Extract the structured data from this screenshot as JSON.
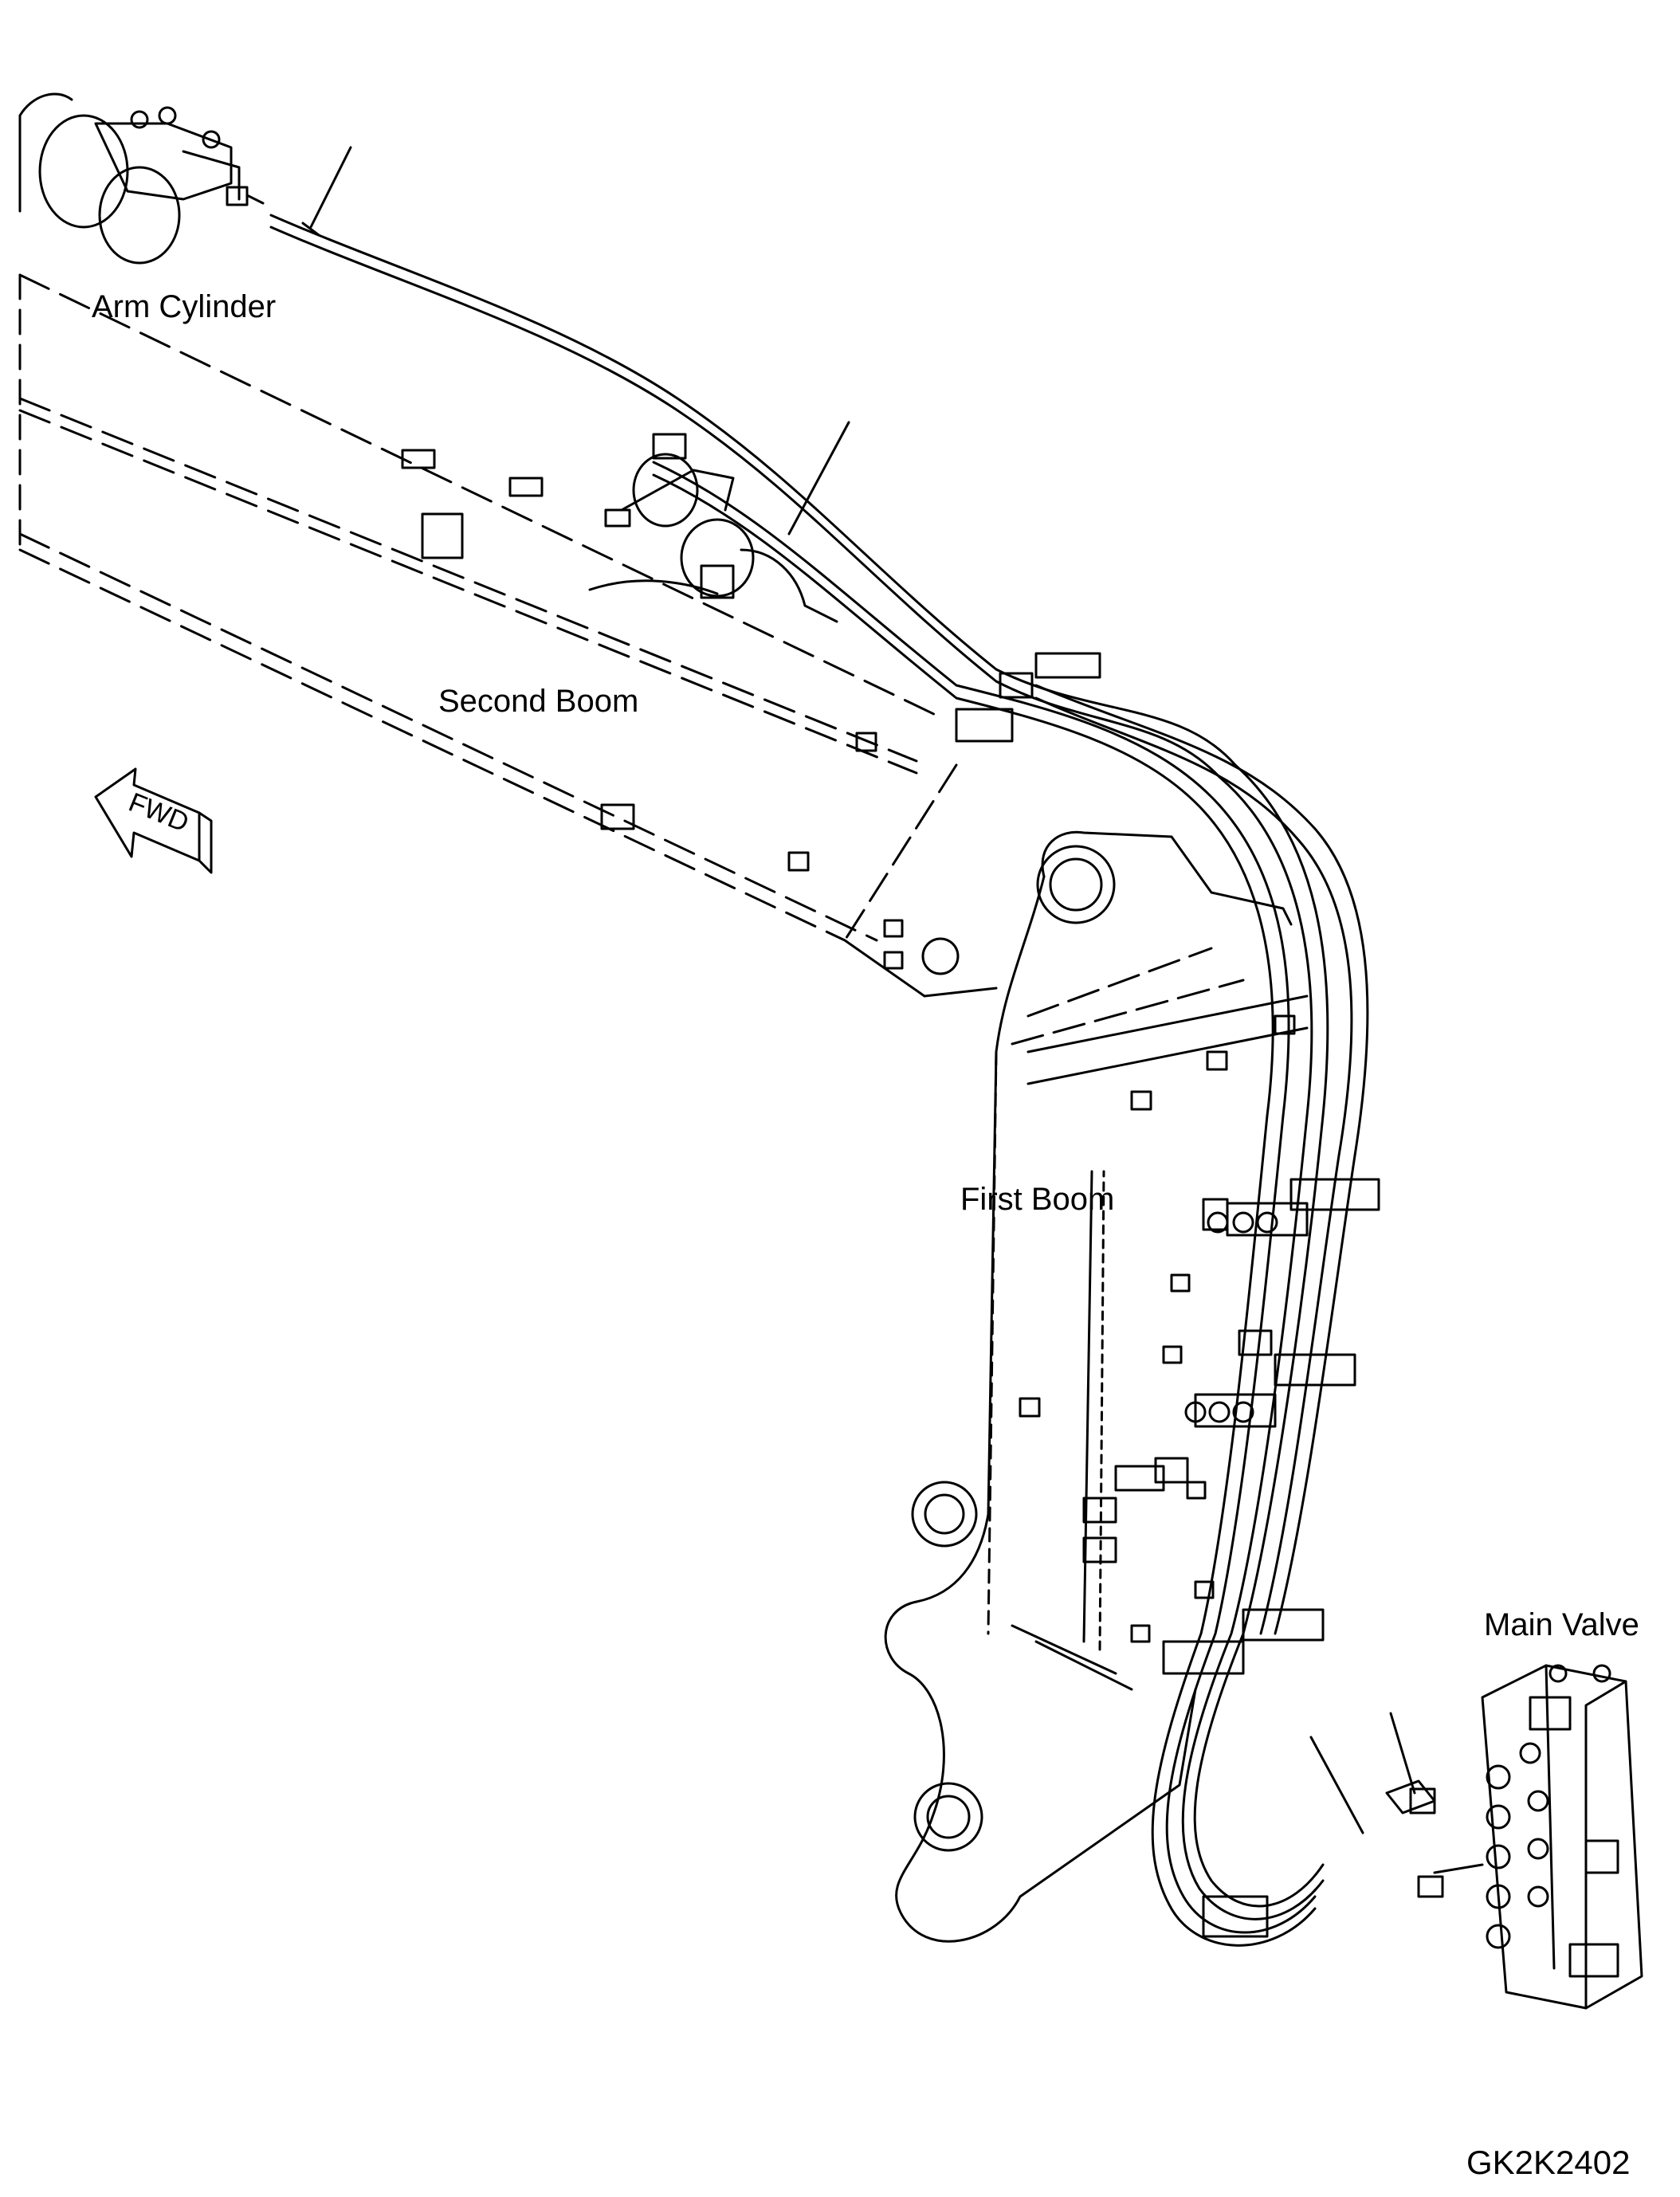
{
  "labels": {
    "arm_cylinder": "Arm Cylinder",
    "second_boom": "Second Boom",
    "first_boom": "First Boom",
    "main_valve": "Main Valve",
    "fwd": "FWD",
    "drawing_code": "GK2K2402"
  },
  "colors": {
    "ink": "#000000",
    "paper": "#ffffff"
  }
}
